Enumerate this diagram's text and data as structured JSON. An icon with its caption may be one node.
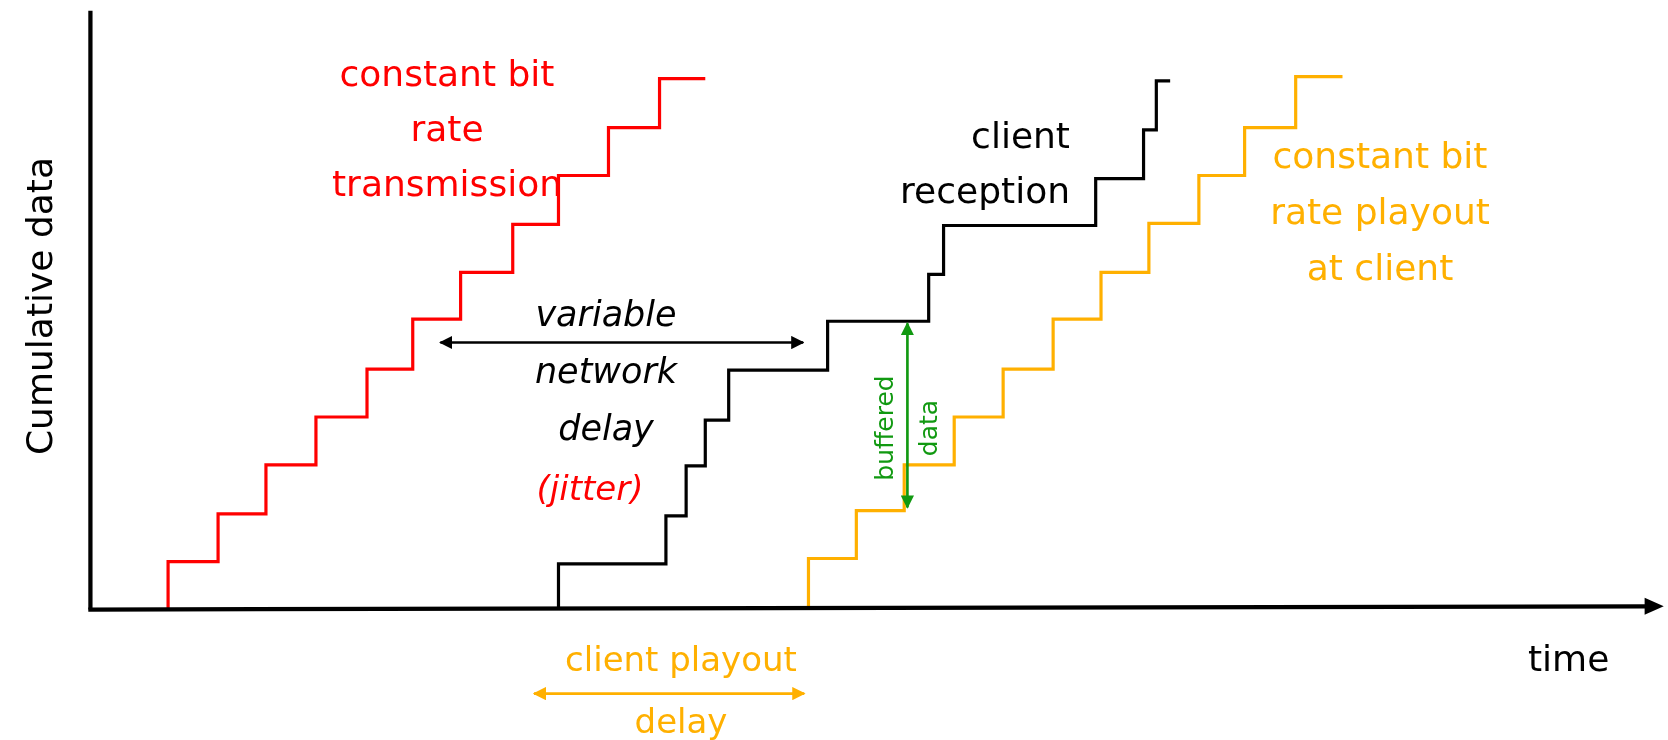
{
  "diagram": {
    "labels": [
      "constant bit rate transmission",
      "client reception",
      "constant bit rate playout at client",
      "Cumulative data",
      "variable network delay",
      "(jitter)",
      "buffered data",
      "time",
      "client playout delay"
    ]
  }
}
